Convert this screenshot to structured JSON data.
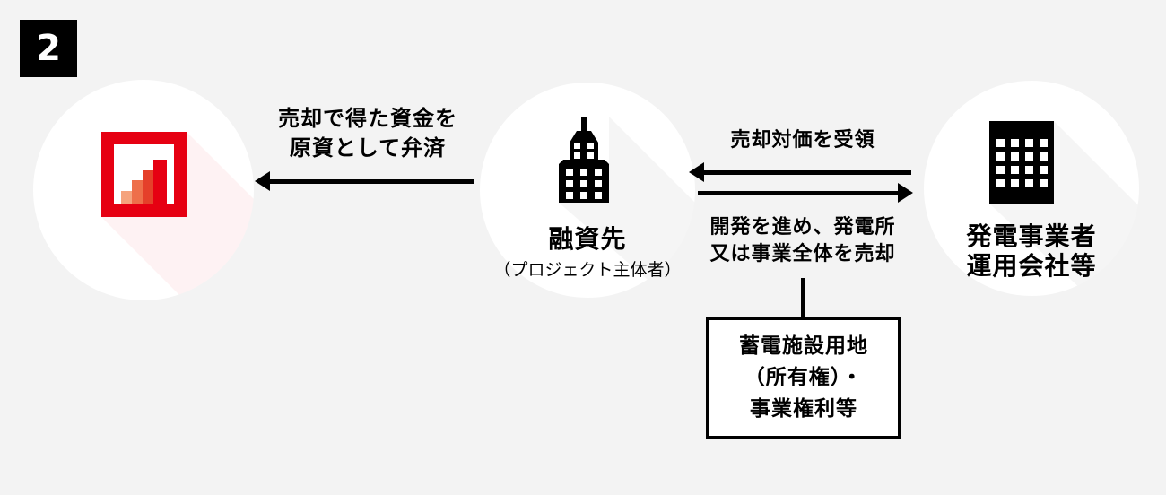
{
  "badge": {
    "number": "2"
  },
  "colors": {
    "background": "#f3f3f3",
    "brand_red": "#e60012",
    "icon_black": "#000000",
    "circle_white": "#ffffff",
    "logo_bars": [
      "#f5a37d",
      "#ee6f4a",
      "#e5402a",
      "#e60012"
    ]
  },
  "nodes": {
    "lender": {
      "icon": "bar-chart-logo-icon"
    },
    "borrower": {
      "icon": "office-building-icon",
      "title": "融資先",
      "subtitle": "（プロジェクト主体者）"
    },
    "operator": {
      "icon": "company-building-icon",
      "title_line1": "発電事業者",
      "title_line2": "運用会社等"
    }
  },
  "arrows": {
    "repay": {
      "direction": "left",
      "label_line1": "売却で得た資金を",
      "label_line2": "原資として弁済"
    },
    "receive": {
      "direction": "left",
      "label": "売却対価を受領"
    },
    "sell": {
      "direction": "right",
      "label_line1": "開発を進め、発電所",
      "label_line2": "又は事業全体を売却"
    }
  },
  "asset_box": {
    "line1": "蓄電施設用地",
    "line2": "（所有権）・",
    "line3": "事業権利等"
  }
}
